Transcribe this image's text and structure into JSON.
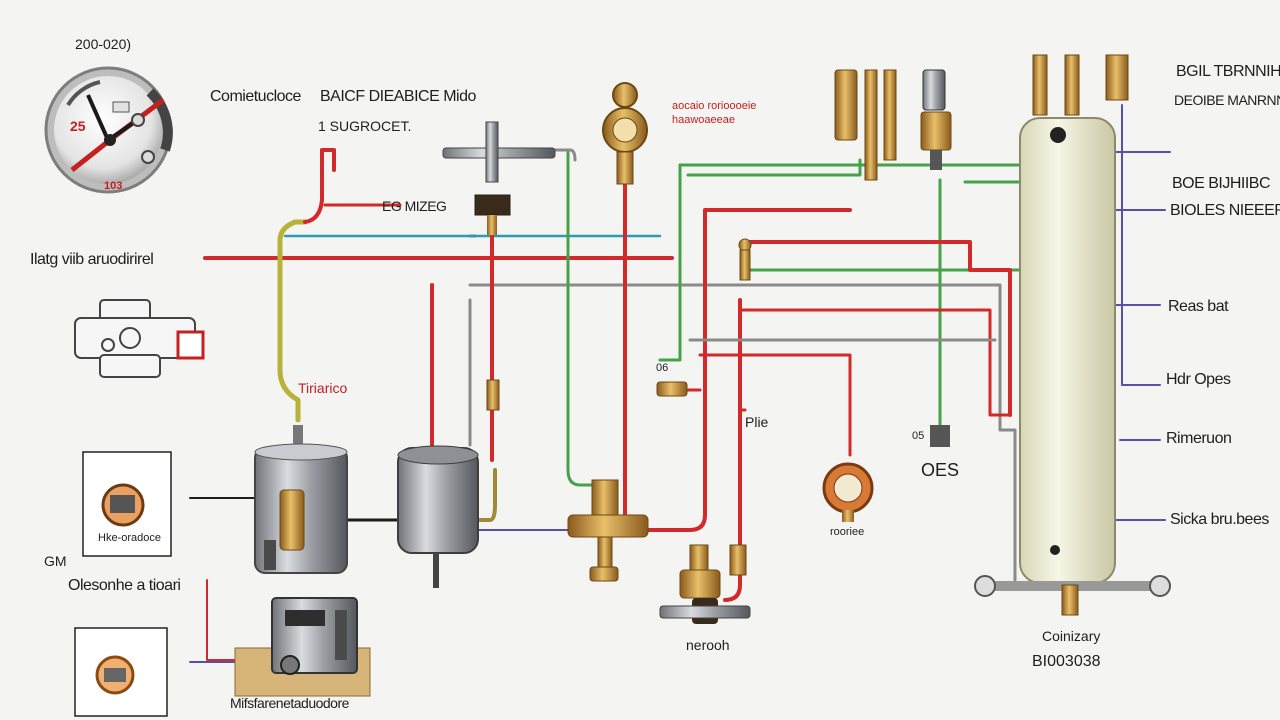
{
  "gauge": {
    "header": "200-020)",
    "left_mark": "25",
    "bottom_mark": "103"
  },
  "labels": {
    "top_row": "Comietucloce",
    "top_row_box": "BAICF DIEABICE Mido",
    "sub_row": "1 SUGROCET.",
    "valve_tag": "EG MIZEG",
    "left_main": "Ilatg viib aruodirirel",
    "tank_tag": "Tiriarico",
    "left_box_caption": "Hke-oradoce",
    "gm": "GM",
    "left_mid": "Olesonhe a tioari",
    "bottom_left": "Mifsfarenetaduodore",
    "pump_top": "aocaio rorioooeie",
    "pump_top2": "haawoaeeae",
    "small_valve": "06",
    "pile": "Plie",
    "meter_caption": "rooriee",
    "bottom_valve": "nerooh",
    "oes": "OES",
    "oes_small": "05",
    "boiler_caption": "Coinizary",
    "boiler_code": "BI003038",
    "right_1": "BGIL TBRNNIH",
    "right_2": "DEOIBE MANRNN",
    "right_3": "BOE BIJHIIBC",
    "right_4": "BIOLES NIEEER",
    "right_5": "Reas bat",
    "right_6": "Hdr Opes",
    "right_7": "Rimeruon",
    "right_8": "Sicka bru.bees"
  },
  "colors": {
    "hot_pipe": "#d22a2a",
    "supply_pipe": "#46a24a",
    "return_pipe": "#8a8a8a",
    "signal_pipe": "#2f9ab0",
    "gas_pipe": "#b8b23a",
    "leader_line": "#5a4ea8",
    "brass": "#c99a3c",
    "tank": "#efeed7"
  },
  "icons": [
    "gauge-icon",
    "pump-icon",
    "water-heater-icon",
    "expansion-tank-icon",
    "control-unit-icon",
    "brass-valve-icon",
    "boiler-icon"
  ]
}
